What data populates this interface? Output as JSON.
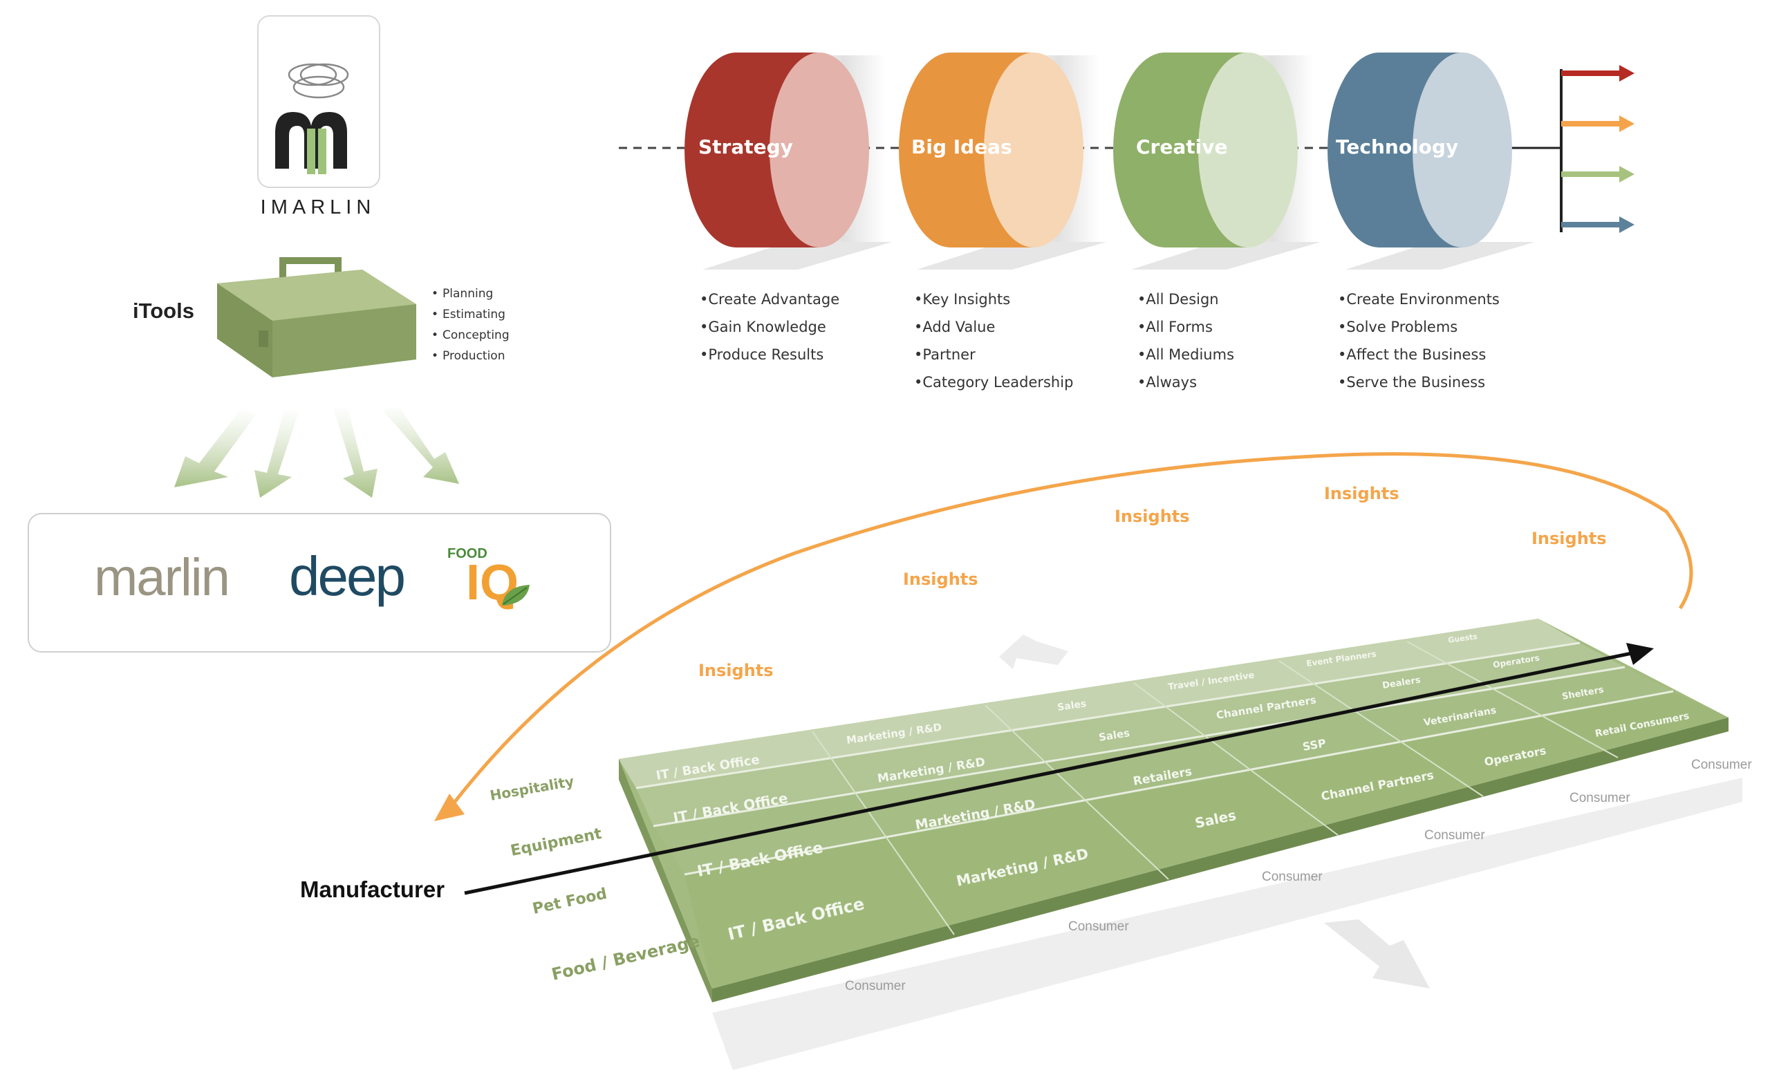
{
  "brand": {
    "name": "IMARLIN"
  },
  "itools": {
    "label": "iTools",
    "items": [
      "Planning",
      "Estimating",
      "Concepting",
      "Production"
    ]
  },
  "partners": {
    "marlin": "marlin",
    "deep": "deep",
    "foodiq_food": "FOOD",
    "foodiq_iq": "IQ"
  },
  "stages": [
    {
      "name": "Strategy",
      "color": "#a8362d",
      "bullets": [
        "Create Advantage",
        "Gain Knowledge",
        "Produce Results"
      ]
    },
    {
      "name": "Big Ideas",
      "color": "#e8953f",
      "bullets": [
        "Key Insights",
        "Add Value",
        "Partner",
        "Category Leadership"
      ]
    },
    {
      "name": "Creative",
      "color": "#8fb068",
      "bullets": [
        "All Design",
        "All Forms",
        "All Mediums",
        "Always"
      ]
    },
    {
      "name": "Technology",
      "color": "#5b7f98",
      "bullets": [
        "Create Environments",
        "Solve Problems",
        "Affect the Business",
        "Serve the Business"
      ]
    }
  ],
  "output_arrows": {
    "colors": [
      "#b52a22",
      "#f5a34a",
      "#a7c27e",
      "#5c819b"
    ]
  },
  "insights": [
    "Insights",
    "Insights",
    "Insights",
    "Insights",
    "Insights"
  ],
  "insight_color": "#f4a54a",
  "grid": {
    "rows": [
      {
        "label": "Hospitality",
        "cells": [
          "IT / Back Office",
          "Marketing / R&D",
          "Sales",
          "Travel / Incentive",
          "Event Planners",
          "Guests"
        ]
      },
      {
        "label": "Equipment",
        "cells": [
          "IT / Back Office",
          "Marketing / R&D",
          "Sales",
          "Channel Partners",
          "Dealers",
          "Operators"
        ]
      },
      {
        "label": "Pet Food",
        "cells": [
          "IT / Back Office",
          "Marketing / R&D",
          "Retailers",
          "SSP",
          "Veterinarians",
          "Shelters"
        ]
      },
      {
        "label": "Food / Beverage",
        "cells": [
          "IT / Back Office",
          "Marketing / R&D",
          "Sales",
          "Channel Partners",
          "Operators",
          "Retail Consumers"
        ]
      }
    ],
    "consumer_labels": [
      "Consumer",
      "Consumer",
      "Consumer",
      "Consumer",
      "Consumer",
      "Consumer"
    ],
    "green": "#9fb87a"
  },
  "manufacturer": "Manufacturer"
}
